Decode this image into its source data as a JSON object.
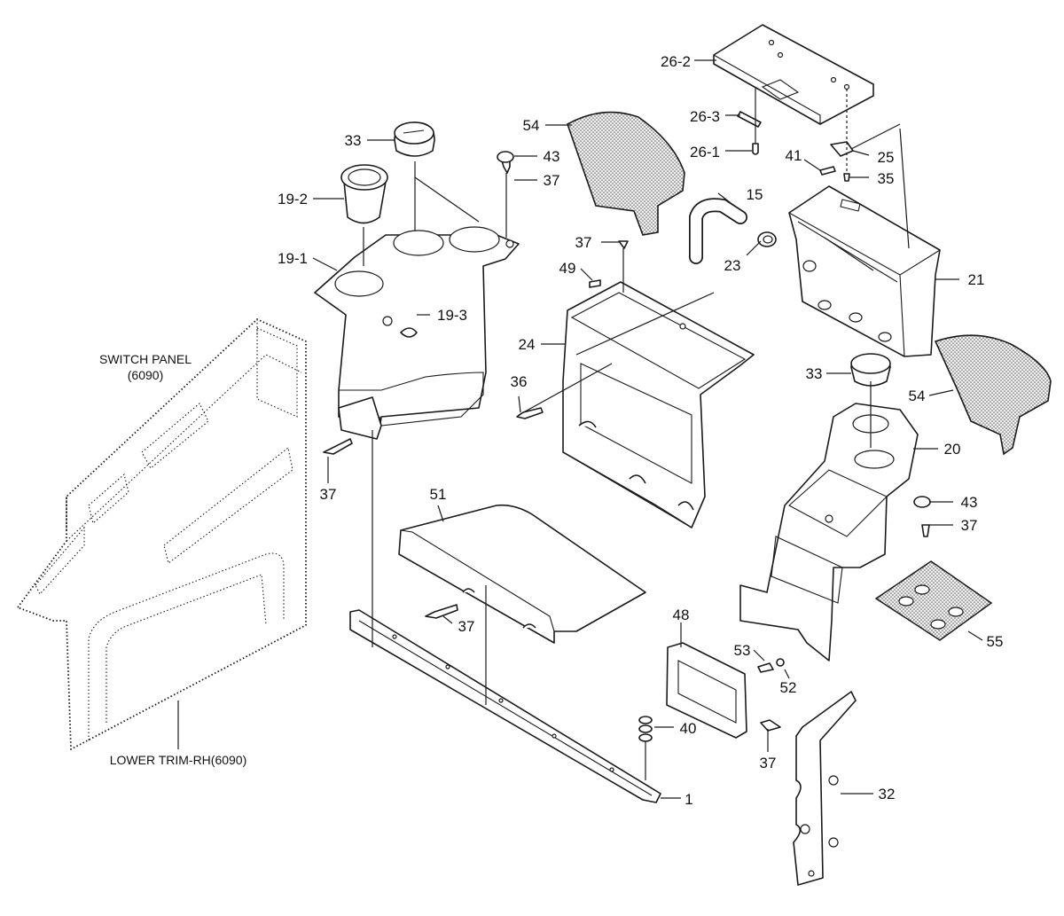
{
  "callouts": [
    {
      "id": "c-26-2",
      "text": "26-2"
    },
    {
      "id": "c-26-3",
      "text": "26-3"
    },
    {
      "id": "c-26-1",
      "text": "26-1"
    },
    {
      "id": "c-54a",
      "text": "54"
    },
    {
      "id": "c-33a",
      "text": "33"
    },
    {
      "id": "c-43a",
      "text": "43"
    },
    {
      "id": "c-37a",
      "text": "37"
    },
    {
      "id": "c-19-2",
      "text": "19-2"
    },
    {
      "id": "c-19-1",
      "text": "19-1"
    },
    {
      "id": "c-19-3",
      "text": "19-3"
    },
    {
      "id": "c-37b",
      "text": "37"
    },
    {
      "id": "c-49",
      "text": "49"
    },
    {
      "id": "c-24",
      "text": "24"
    },
    {
      "id": "c-36",
      "text": "36"
    },
    {
      "id": "c-15",
      "text": "15"
    },
    {
      "id": "c-23",
      "text": "23"
    },
    {
      "id": "c-41",
      "text": "41"
    },
    {
      "id": "c-25",
      "text": "25"
    },
    {
      "id": "c-35",
      "text": "35"
    },
    {
      "id": "c-21",
      "text": "21"
    },
    {
      "id": "c-33b",
      "text": "33"
    },
    {
      "id": "c-54b",
      "text": "54"
    },
    {
      "id": "c-20",
      "text": "20"
    },
    {
      "id": "c-43b",
      "text": "43"
    },
    {
      "id": "c-37c",
      "text": "37"
    },
    {
      "id": "c-37d",
      "text": "37"
    },
    {
      "id": "c-51",
      "text": "51"
    },
    {
      "id": "c-37e",
      "text": "37"
    },
    {
      "id": "c-55",
      "text": "55"
    },
    {
      "id": "c-48",
      "text": "48"
    },
    {
      "id": "c-53",
      "text": "53"
    },
    {
      "id": "c-52",
      "text": "52"
    },
    {
      "id": "c-40",
      "text": "40"
    },
    {
      "id": "c-37f",
      "text": "37"
    },
    {
      "id": "c-1",
      "text": "1"
    },
    {
      "id": "c-32",
      "text": "32"
    }
  ],
  "notes": {
    "switch_panel_line1": "SWITCH PANEL",
    "switch_panel_line2": "(6090)",
    "lower_trim": "LOWER TRIM-RH(6090)"
  }
}
